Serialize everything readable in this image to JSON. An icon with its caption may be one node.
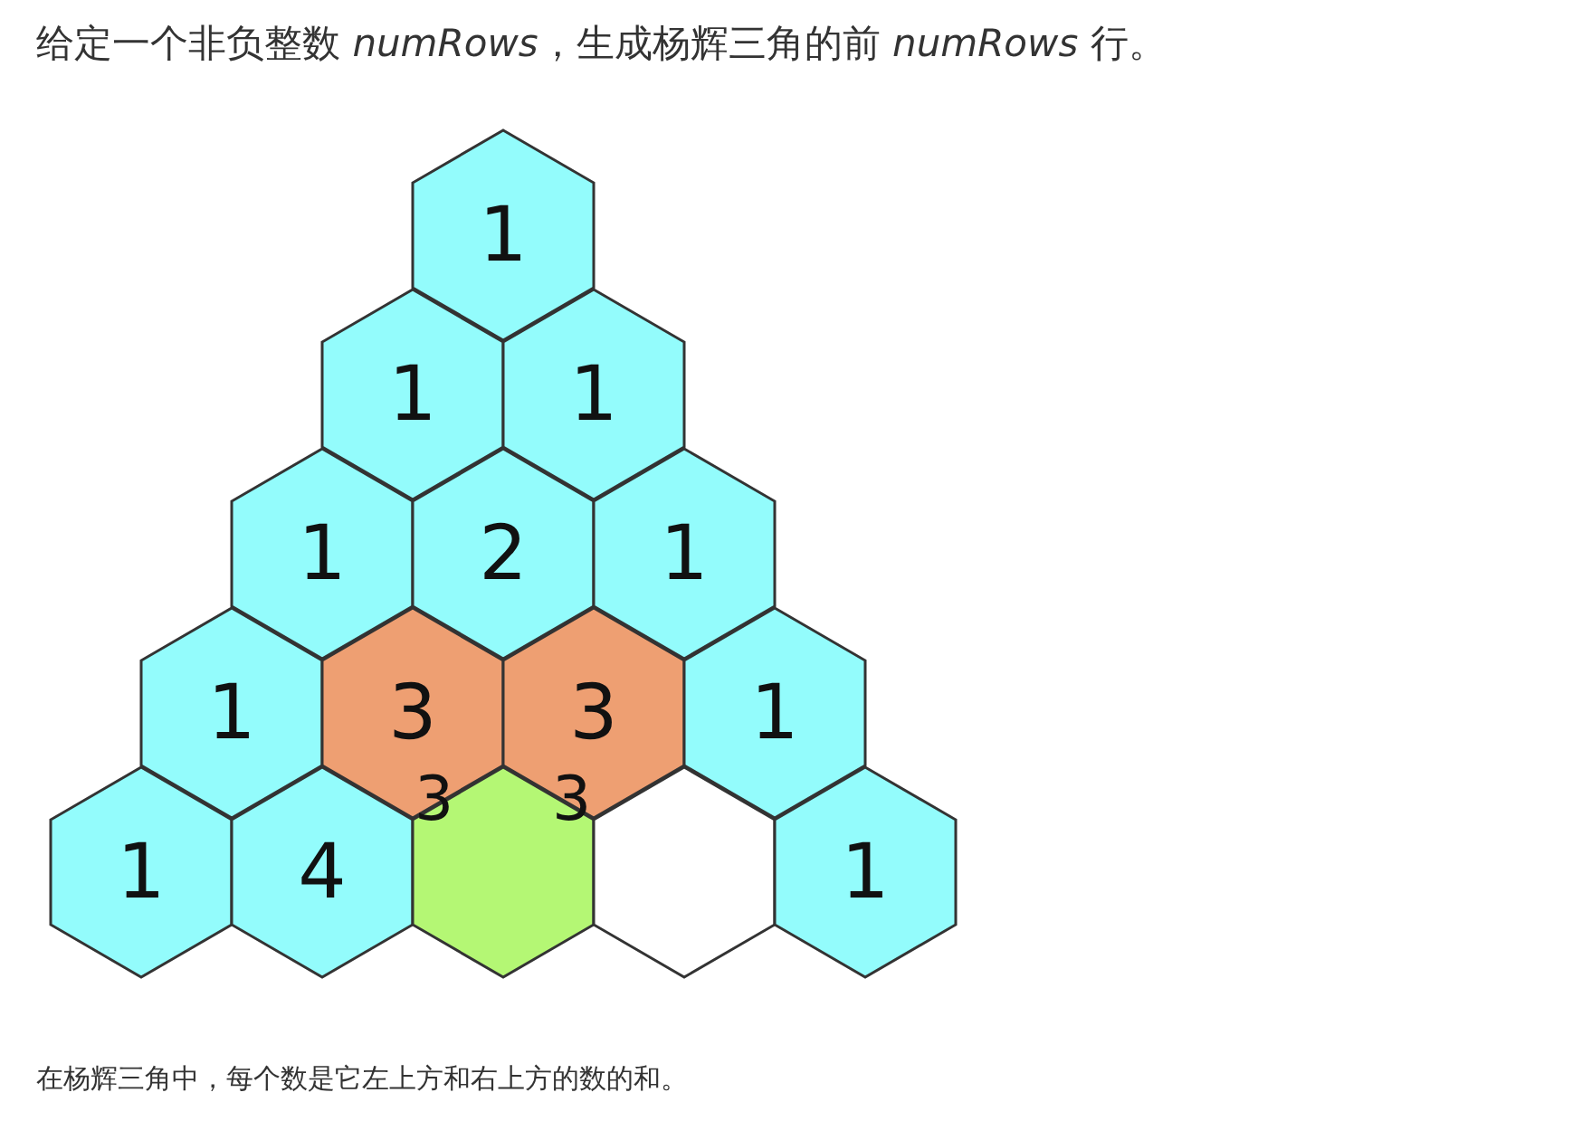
{
  "diagram": {
    "title": "给定一个非负整数 *numRows*，生成杨辉三角的前 *numRows* 行。",
    "caption": "在杨辉三角中，每个数是它左上方和右上方的数的和。",
    "nodes": [
      {
        "text": [
          "1"
        ]
      },
      {
        "text": [
          "1"
        ]
      },
      {
        "text": [
          "1"
        ]
      },
      {
        "text": [
          "1"
        ]
      },
      {
        "text": [
          "2"
        ]
      },
      {
        "text": [
          "1"
        ]
      },
      {
        "text": [
          "1"
        ]
      },
      {
        "text": [
          "3"
        ]
      },
      {
        "text": [
          "3"
        ]
      },
      {
        "text": [
          "1"
        ]
      },
      {
        "text": [
          "1"
        ]
      },
      {
        "text": [
          "4"
        ]
      },
      {
        "text": [],
        "shape": "hexagon"
      },
      {
        "text": [],
        "shape": "hexagon"
      },
      {
        "text": [
          "1"
        ]
      }
    ],
    "labels": [
      "3",
      "3"
    ]
  }
}
